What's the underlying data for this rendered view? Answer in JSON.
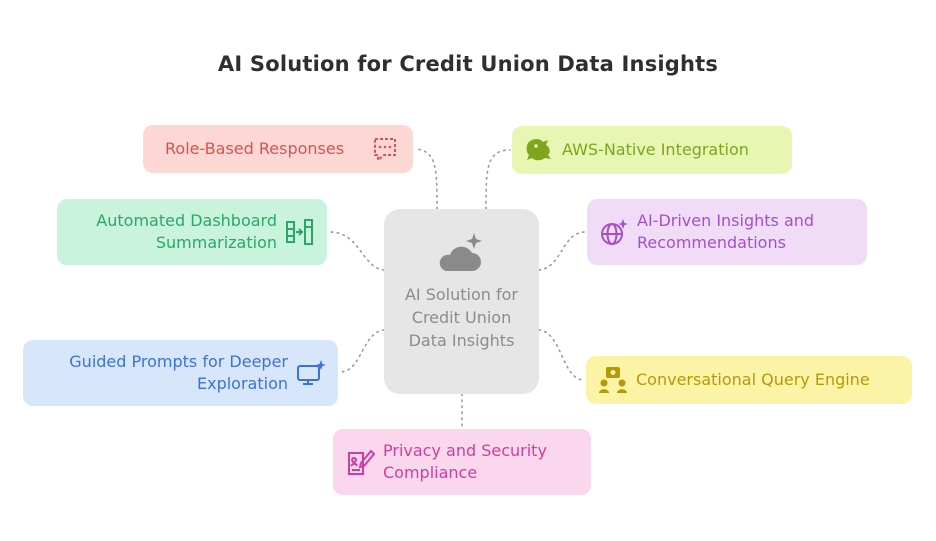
{
  "title": "AI Solution for Credit Union Data Insights",
  "center": {
    "label": "AI Solution for Credit Union Data Insights",
    "icon": "cloud-sparkle-icon",
    "color": "#e6e6e6"
  },
  "nodes": {
    "role_based": {
      "label": "Role-Based Responses",
      "icon": "chat-dots-icon",
      "color": "#fdd7d3"
    },
    "aws_native": {
      "label": "AWS-Native Integration",
      "icon": "dragon-icon",
      "color": "#e7f6b3"
    },
    "automated_dashboard": {
      "line1": "Automated Dashboard",
      "line2": "Summarization",
      "icon": "dashboard-summary-icon",
      "color": "#c9f3dd"
    },
    "ai_driven": {
      "line1": "AI-Driven Insights and",
      "line2": "Recommendations",
      "icon": "globe-sparkle-icon",
      "color": "#f1dcf8"
    },
    "guided_prompts": {
      "line1": "Guided Prompts for Deeper",
      "line2": "Exploration",
      "icon": "monitor-sparkle-icon",
      "color": "#d8e6fb"
    },
    "conversational": {
      "label": "Conversational Query Engine",
      "icon": "query-engine-icon",
      "color": "#fbf3a6"
    },
    "privacy": {
      "line1": "Privacy and Security",
      "line2": "Compliance",
      "icon": "document-signature-icon",
      "color": "#fbd7ee"
    }
  }
}
